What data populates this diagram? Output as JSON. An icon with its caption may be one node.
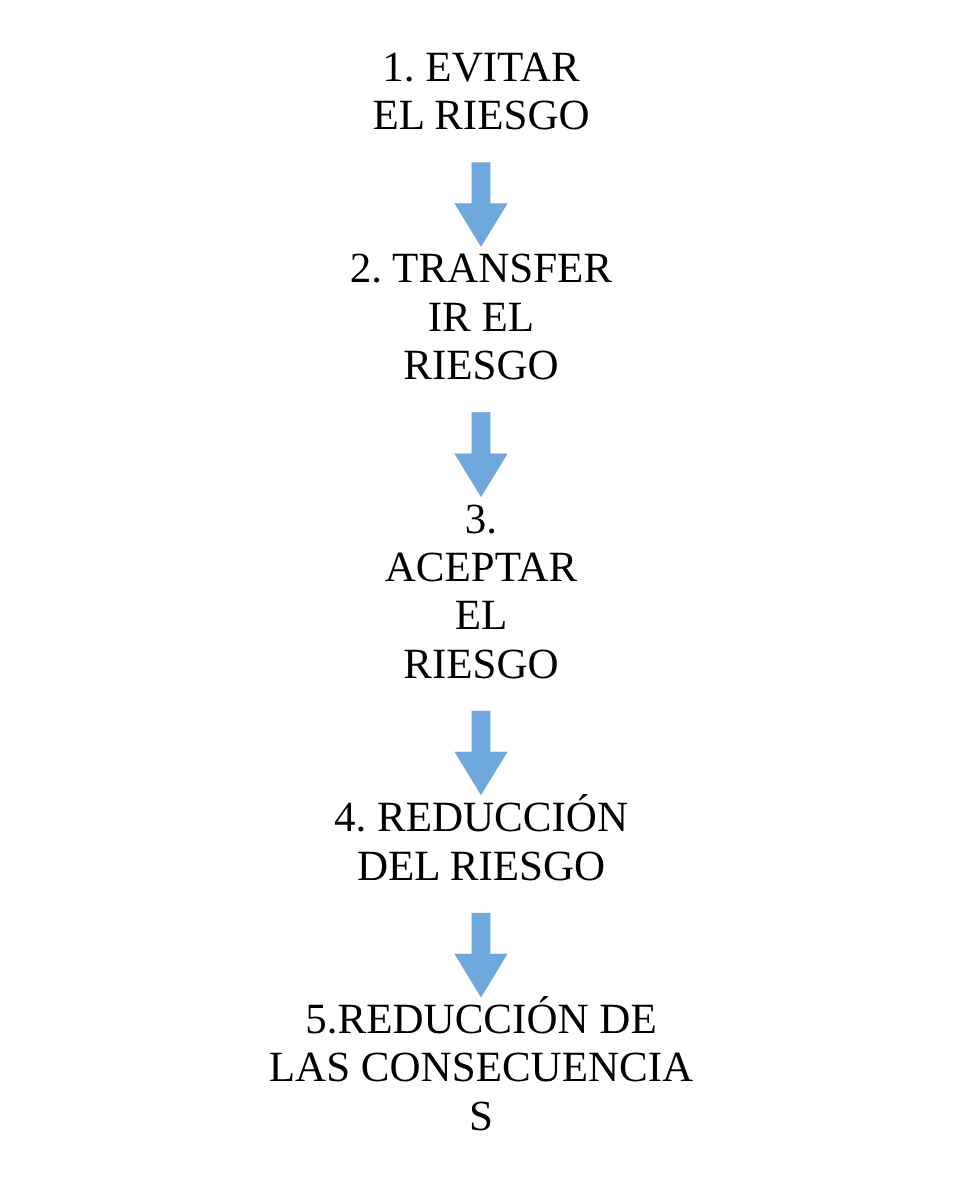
{
  "diagram": {
    "nodes": [
      {
        "text": [
          "1. EVITAR EL RIESGO"
        ]
      },
      {
        "text": [
          "2. TRANSFER IR EL RIESGO"
        ]
      },
      {
        "text": [
          "3. ACEPTAR EL RIESGO"
        ]
      },
      {
        "text": [
          "4. REDUCCIÓN DEL RIESGO"
        ]
      },
      {
        "text": [
          "5.REDUCCIÓN DE LAS CONSECUENCIA S"
        ]
      }
    ],
    "edges": [
      {
        "from": 0,
        "to": 1,
        "arrow": "to"
      },
      {
        "from": 1,
        "to": 2,
        "arrow": "to"
      },
      {
        "from": 2,
        "to": 3,
        "arrow": "to"
      },
      {
        "from": 3,
        "to": 4,
        "arrow": "to"
      }
    ]
  }
}
